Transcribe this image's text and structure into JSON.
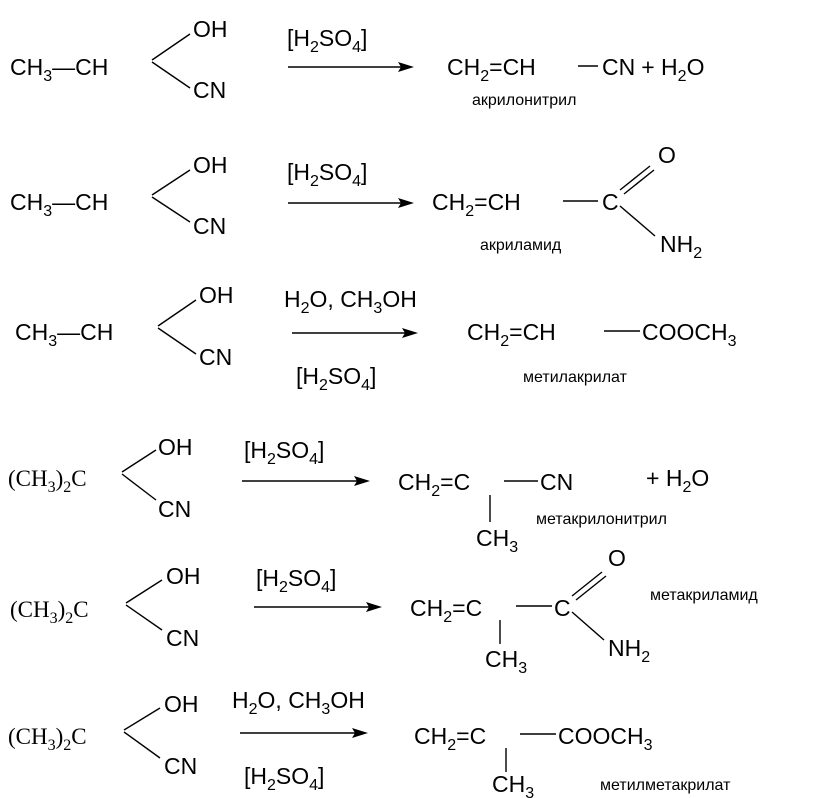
{
  "reactions": [
    {
      "reactant": {
        "left_a": "CH",
        "left_sub": "3",
        "left_b": "—CH",
        "oh": "OH",
        "cn": "CN"
      },
      "above": {
        "a": "[H",
        "sub": "2",
        "b": "SO",
        "sub2": "4",
        "c": "]"
      },
      "product": {
        "p1": "CH",
        "p1s": "2",
        "p2": "=CH",
        "p3": "CN",
        "p4": "+ H",
        "p4s": "2",
        "p5": "O"
      },
      "label": "акрилонитрил"
    },
    {
      "reactant": {
        "left_a": "CH",
        "left_sub": "3",
        "left_b": "—CH",
        "oh": "OH",
        "cn": "CN"
      },
      "above": {
        "a": "[H",
        "sub": "2",
        "b": "SO",
        "sub2": "4",
        "c": "]"
      },
      "product": {
        "p1": "CH",
        "p1s": "2",
        "p2": "=CH",
        "c": "C",
        "o": "O",
        "nh": "NH",
        "nhs": "2"
      },
      "label": "акриламид"
    },
    {
      "reactant": {
        "left_a": "CH",
        "left_sub": "3",
        "left_b": "—CH",
        "oh": "OH",
        "cn": "CN"
      },
      "above": {
        "a": "H",
        "sub": "2",
        "b": "O, CH",
        "sub2": "3",
        "c": "OH"
      },
      "below": {
        "a": "[H",
        "sub": "2",
        "b": "SO",
        "sub2": "4",
        "c": "]"
      },
      "product": {
        "p1": "CH",
        "p1s": "2",
        "p2": "=CH",
        "p3": "COOCH",
        "p3s": "3"
      },
      "label": "метилакрилат"
    },
    {
      "reactant": {
        "left_a": "(CH",
        "left_sub": "3",
        "left_b": ")",
        "left_sub2": "2",
        "left_c": "C",
        "oh": "OH",
        "cn": "CN"
      },
      "above": {
        "a": "[H",
        "sub": "2",
        "b": "SO",
        "sub2": "4",
        "c": "]"
      },
      "product": {
        "p1": "CH",
        "p1s": "2",
        "p2": "=C",
        "p3": "CN",
        "p4": "+ H",
        "p4s": "2",
        "p5": "O",
        "me": "CH",
        "mes": "3"
      },
      "label": "метакрилонитрил"
    },
    {
      "reactant": {
        "left_a": "(CH",
        "left_sub": "3",
        "left_b": ")",
        "left_sub2": "2",
        "left_c": "C",
        "oh": "OH",
        "cn": "CN"
      },
      "above": {
        "a": "[H",
        "sub": "2",
        "b": "SO",
        "sub2": "4",
        "c": "]"
      },
      "product": {
        "p1": "CH",
        "p1s": "2",
        "p2": "=C",
        "c": "C",
        "o": "O",
        "nh": "NH",
        "nhs": "2",
        "me": "CH",
        "mes": "3"
      },
      "label": "метакриламид"
    },
    {
      "reactant": {
        "left_a": "(CH",
        "left_sub": "3",
        "left_b": ")",
        "left_sub2": "2",
        "left_c": "C",
        "oh": "OH",
        "cn": "CN"
      },
      "above": {
        "a": "H",
        "sub": "2",
        "b": "O, CH",
        "sub2": "3",
        "c": "OH"
      },
      "below": {
        "a": "[H",
        "sub": "2",
        "b": "SO",
        "sub2": "4",
        "c": "]"
      },
      "product": {
        "p1": "CH",
        "p1s": "2",
        "p2": "=C",
        "p3": "COOCH",
        "p3s": "3",
        "me": "CH",
        "mes": "3"
      },
      "label": "метилметакрилат"
    }
  ]
}
